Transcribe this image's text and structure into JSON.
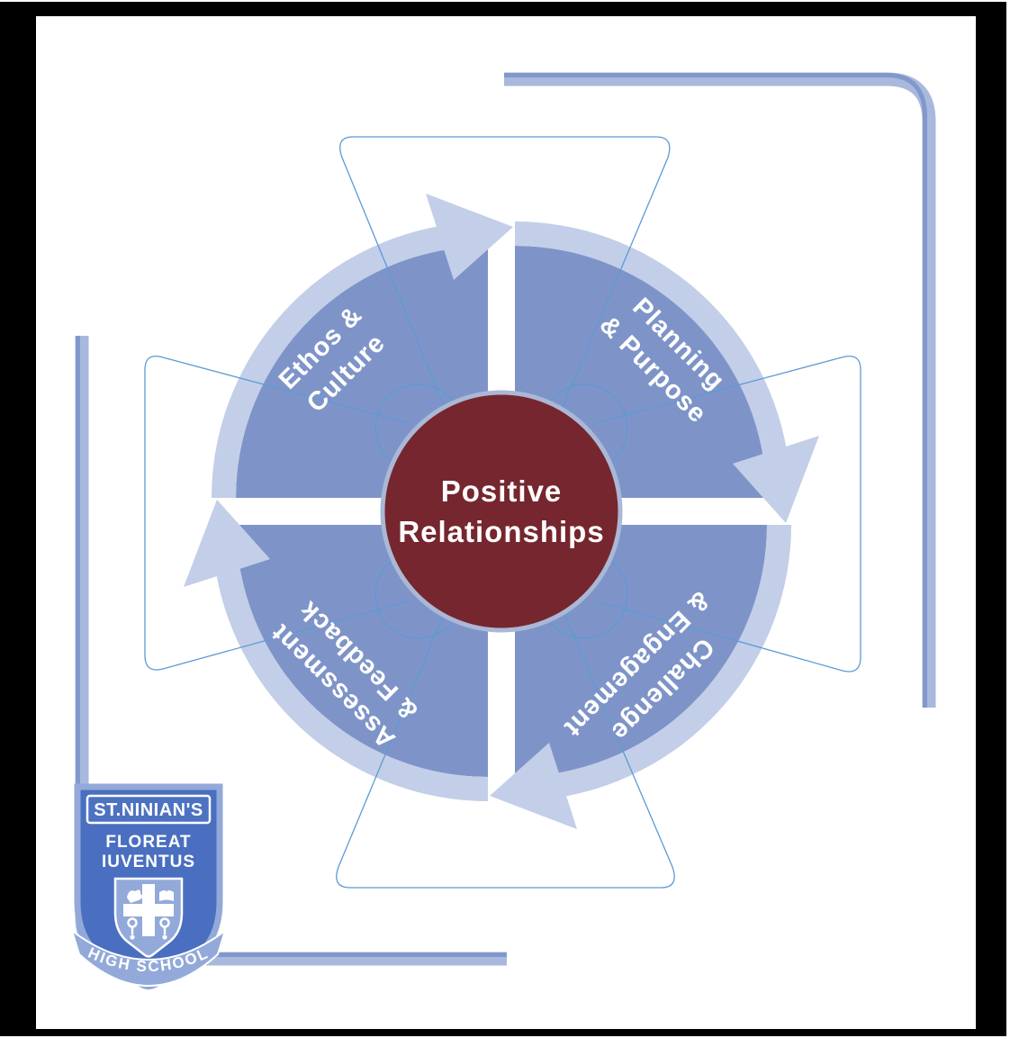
{
  "diagram": {
    "center": {
      "line1": "Positive",
      "line2": "Relationships"
    },
    "quadrants": [
      {
        "position": "top-left",
        "line1": "Ethos &",
        "line2": "Culture"
      },
      {
        "position": "top-right",
        "line1": "Planning",
        "line2": "& Purpose"
      },
      {
        "position": "bottom-right",
        "line1": "Challenge",
        "line2": "& Engagement"
      },
      {
        "position": "bottom-left",
        "line1": "Assessment",
        "line2": "& Feedback"
      }
    ]
  },
  "crest": {
    "school_name": "ST.NINIAN'S",
    "motto_line1": "FLOREAT",
    "motto_line2": "IUVENTUS",
    "banner": "HIGH SCHOOL"
  },
  "colors": {
    "quadrant_blue": "#7e94c8",
    "arc_light_blue": "#c3cee8",
    "center_maroon": "#76262e",
    "center_ring": "#aab8d6",
    "outline_blue": "#5b9bd5",
    "line_light": "#a9b9dd",
    "line_dark": "#8298cc",
    "crest_blue": "#4a6fc0",
    "crest_light_blue": "#93a9d9",
    "frame_black": "#000000"
  }
}
